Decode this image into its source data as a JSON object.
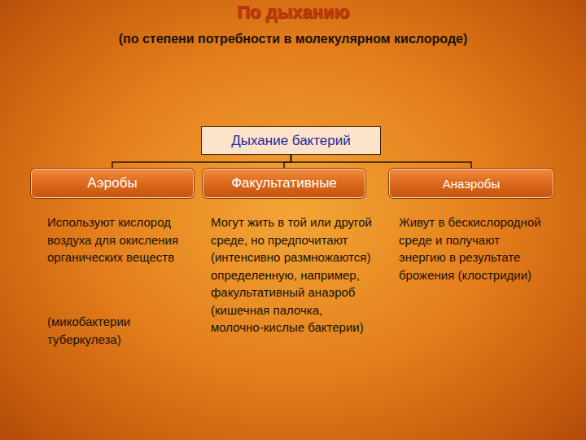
{
  "diagram": {
    "title": "По дыханию",
    "nodes": [
      {
        "text": [
          "Дыхание бактерий"
        ]
      },
      {
        "text": [
          "Аэробы"
        ]
      },
      {
        "text": [
          "Факультативные"
        ]
      },
      {
        "text": [
          "Анаэробы"
        ]
      }
    ],
    "edges": [
      {
        "from": 0,
        "to": 1,
        "arrow": "none"
      },
      {
        "from": 0,
        "to": 2,
        "arrow": "none"
      },
      {
        "from": 0,
        "to": 3,
        "arrow": "none"
      }
    ],
    "labels": [
      "(по степени потребности в молекулярном кислороде)",
      "Используют кислород воздуха для окисления органических веществ",
      "(микобактерии туберкулеза)",
      "Могут жить в той или другой среде, но предпочитают (интенсивно размножаются) определенную, например, факультативный анаэроб (кишечная палочка, молочно-кислые бактерии)",
      "Живут в бескислородной среде и получают энергию в результате брожения (клостридии)"
    ]
  }
}
